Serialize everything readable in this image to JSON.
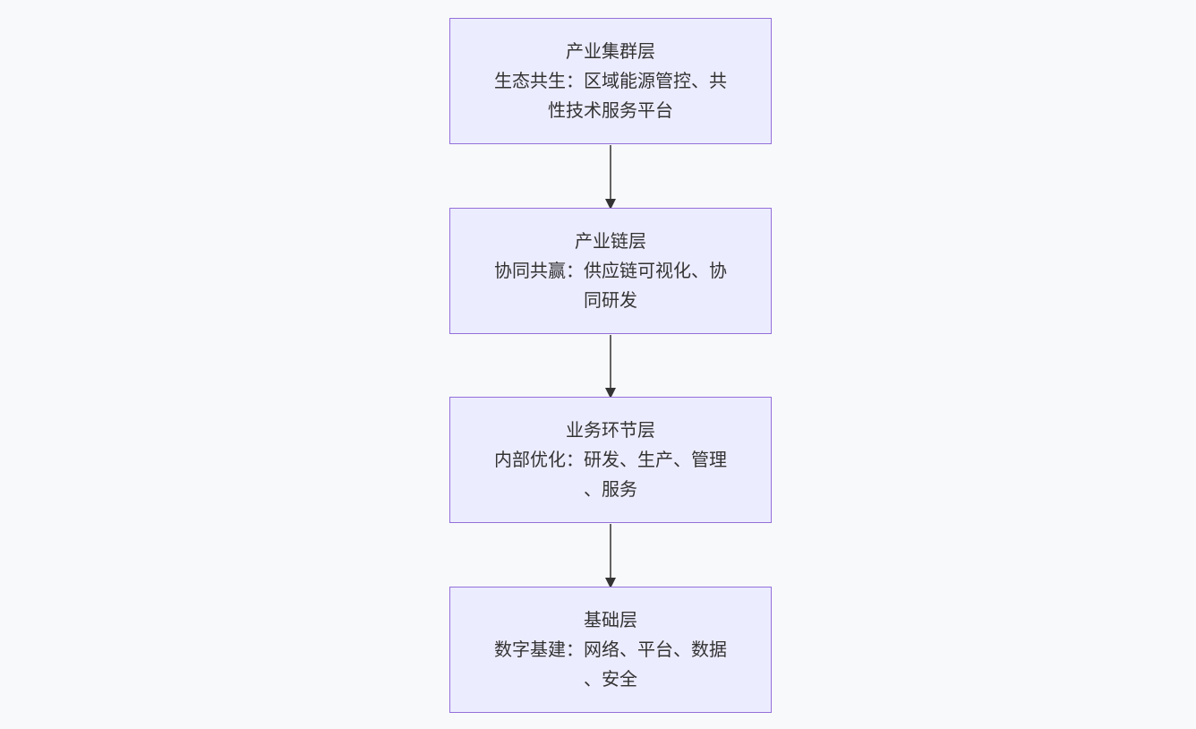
{
  "diagram": {
    "type": "flowchart",
    "direction": "top-to-bottom",
    "colors": {
      "background": "#f8f9fa",
      "node_fill": "#ececff",
      "node_border": "#9370db",
      "edge": "#333333",
      "text": "#333333"
    },
    "nodes": [
      {
        "id": "cluster",
        "title": "产业集群层",
        "detail": "生态共生：区域能源管控、共性技术服务平台"
      },
      {
        "id": "chain",
        "title": "产业链层",
        "detail": "协同共赢：供应链可视化、协同研发"
      },
      {
        "id": "business",
        "title": "业务环节层",
        "detail": "内部优化：研发、生产、管理、服务"
      },
      {
        "id": "base",
        "title": "基础层",
        "detail": "数字基建：网络、平台、数据、安全"
      }
    ],
    "edges": [
      {
        "from": "cluster",
        "to": "chain"
      },
      {
        "from": "chain",
        "to": "business"
      },
      {
        "from": "business",
        "to": "base"
      }
    ]
  }
}
